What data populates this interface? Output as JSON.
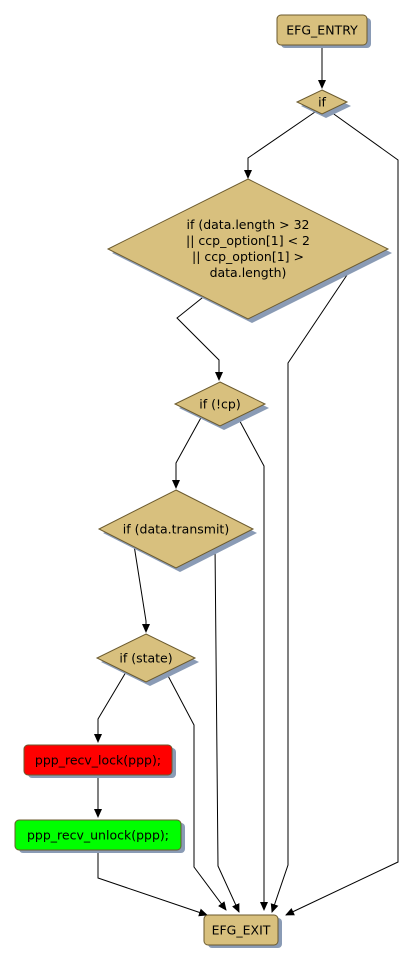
{
  "nodes": {
    "entry": {
      "label": "EFG_ENTRY",
      "shape": "rect",
      "color": "#d8c07e"
    },
    "if1": {
      "label": "if",
      "shape": "diamond",
      "color": "#d8c07e"
    },
    "if_length": {
      "lines": [
        "if (data.length > 32",
        "|| ccp_option[1] < 2",
        "|| ccp_option[1] >",
        "data.length)"
      ],
      "shape": "diamond",
      "color": "#d8c07e"
    },
    "if_cp": {
      "label": "if (!cp)",
      "shape": "diamond",
      "color": "#d8c07e"
    },
    "if_transmit": {
      "label": "if (data.transmit)",
      "shape": "diamond",
      "color": "#d8c07e"
    },
    "if_state": {
      "label": "if (state)",
      "shape": "diamond",
      "color": "#d8c07e"
    },
    "lock": {
      "label": "ppp_recv_lock(ppp);",
      "shape": "rect",
      "color": "#ff0000"
    },
    "unlock": {
      "label": "ppp_recv_unlock(ppp);",
      "shape": "rect",
      "color": "#00ff00"
    },
    "exit": {
      "label": "EFG_EXIT",
      "shape": "rect",
      "color": "#d8c07e"
    }
  },
  "colors": {
    "edge": "#000000",
    "shadow": "#8a9bb5",
    "node_border": "#6b5a2e"
  }
}
